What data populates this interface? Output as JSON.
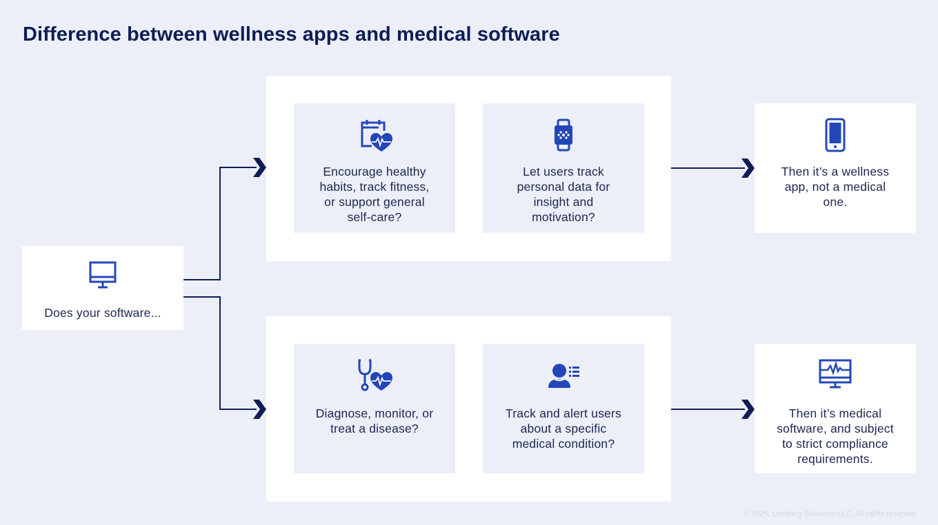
{
  "title": "Difference between wellness apps and medical software",
  "start": {
    "icon": "monitor-icon",
    "label": "Does your software..."
  },
  "wellness_branch": {
    "cards": [
      {
        "icon": "calendar-heart-icon",
        "label": "Encourage healthy\nhabits, track fitness,\nor support general\nself-care?"
      },
      {
        "icon": "smartwatch-icon",
        "label": "Let users track\npersonal data for\ninsight and\nmotivation?"
      }
    ],
    "result": {
      "icon": "smartphone-icon",
      "label": "Then it’s a wellness\napp, not a medical\none."
    }
  },
  "medical_branch": {
    "cards": [
      {
        "icon": "stethoscope-heart-icon",
        "label": "Diagnose, monitor, or\ntreat a disease?"
      },
      {
        "icon": "user-list-icon",
        "label": "Track and alert users\nabout a specific\nmedical condition?"
      }
    ],
    "result": {
      "icon": "monitor-heartbeat-icon",
      "label": "Then it’s medical\nsoftware, and subject\nto strict compliance\nrequirements."
    }
  },
  "colors": {
    "icon_blue": "#2347b8",
    "line_navy": "#0d1e54",
    "background": "#eceef8",
    "title": "#0d1e54"
  },
  "footer": "© 2025, Lemberg Solutions LLC. All rights reserved"
}
